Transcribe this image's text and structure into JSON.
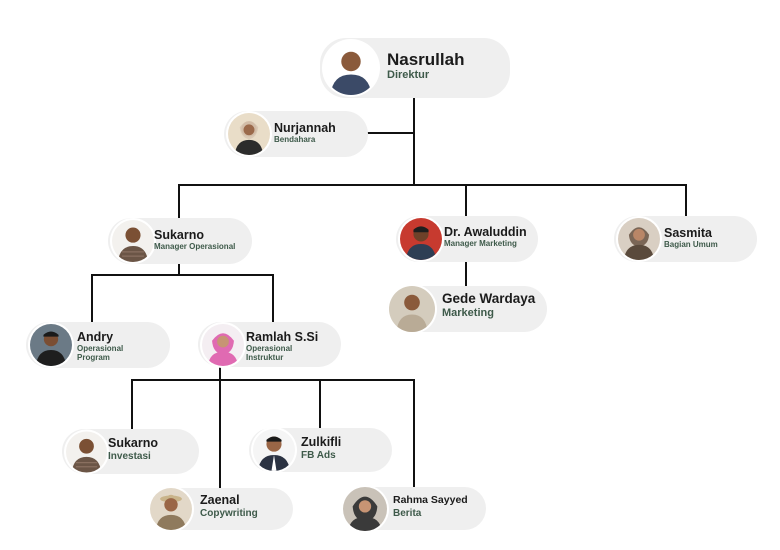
{
  "palette": {
    "node_bg": "#efefef",
    "line": "#111111",
    "role_text": "#3e5a4a",
    "name_text": "#1b1b1b"
  },
  "nodes": {
    "nasrullah": {
      "name": "Nasrullah",
      "role": "Direktur",
      "avatar": "person-photo-icon",
      "shirt": "#3b4a67"
    },
    "nurjannah": {
      "name": "Nurjannah",
      "role": "Bendahara",
      "avatar": "person-photo-icon",
      "shirt": "#2c2c2c"
    },
    "sukarno_manager": {
      "name": "Sukarno",
      "role": "Manager Operasional",
      "avatar": "person-photo-icon",
      "shirt": "#6b5546"
    },
    "awaluddin": {
      "name": "Dr. Awaluddin",
      "role": "Manager Marketing",
      "avatar": "person-photo-icon",
      "shirt": "#2e3e54",
      "bg": "#c73a2f"
    },
    "sasmita": {
      "name": "Sasmita",
      "role": "Bagian Umum",
      "avatar": "person-photo-icon",
      "shirt": "#5a4a3c"
    },
    "gede": {
      "name": "Gede Wardaya",
      "role": "Marketing",
      "avatar": "person-photo-icon",
      "shirt": "#b9ab96"
    },
    "andry": {
      "name": "Andry",
      "role_lines": [
        "Operasional",
        "Program"
      ],
      "avatar": "person-photo-icon",
      "shirt": "#1e1e1e"
    },
    "ramlah": {
      "name": "Ramlah S.Si",
      "role_lines": [
        "Operasional",
        "Instruktur"
      ],
      "avatar": "person-photo-icon",
      "shirt": "#e06ab2"
    },
    "sukarno_investasi": {
      "name": "Sukarno",
      "role": "Investasi",
      "avatar": "person-photo-icon",
      "shirt": "#6b5546"
    },
    "zulkifli": {
      "name": "Zulkifli",
      "role": "FB Ads",
      "avatar": "person-photo-icon",
      "shirt": "#2b3242"
    },
    "zaenal": {
      "name": "Zaenal",
      "role": "Copywriting",
      "avatar": "person-photo-icon",
      "shirt": "#8f7a5d"
    },
    "rahma": {
      "name": "Rahma Sayyed",
      "role": "Berita",
      "avatar": "person-photo-icon",
      "shirt": "#3a3a3a"
    }
  }
}
